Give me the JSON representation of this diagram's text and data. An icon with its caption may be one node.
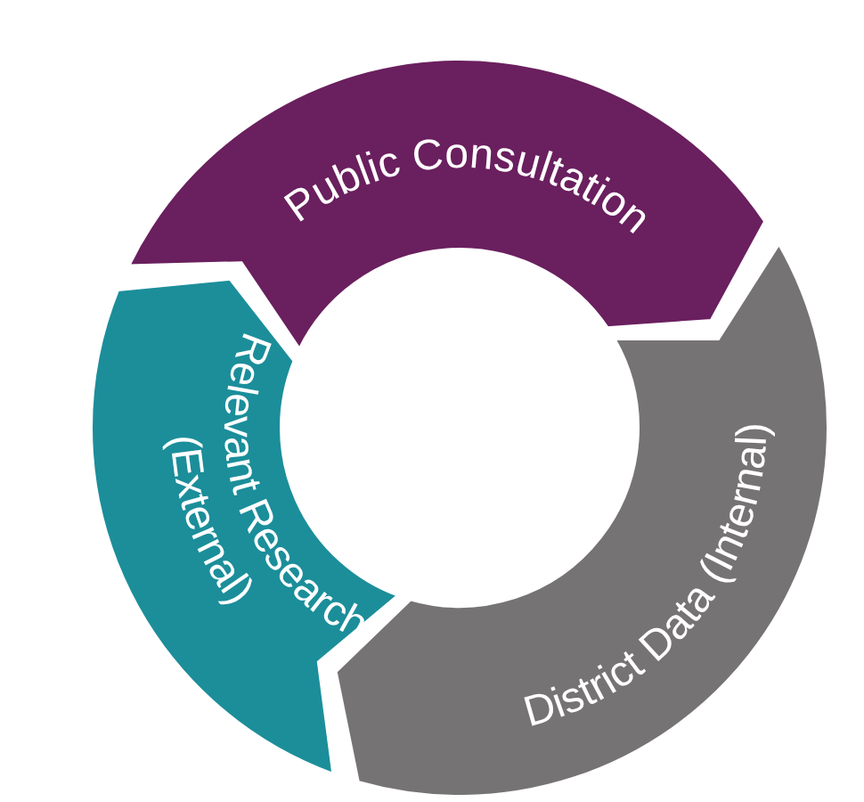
{
  "diagram": {
    "nodes": [
      {
        "text": [
          "Public Consultation"
        ]
      },
      {
        "text": [
          "District Data (Internal)"
        ]
      },
      {
        "text": [
          "Relevant Research (External)"
        ]
      }
    ]
  }
}
